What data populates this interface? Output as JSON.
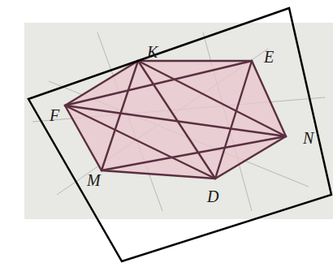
{
  "diagram": {
    "labels": [
      "K",
      "E",
      "F",
      "N",
      "M",
      "D"
    ]
  }
}
